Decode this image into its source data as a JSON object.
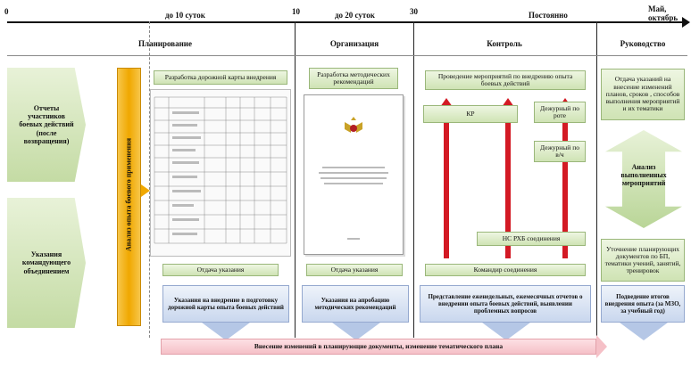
{
  "timeline": {
    "ticks": [
      "0",
      "10",
      "30"
    ],
    "periods": [
      "до 10 суток",
      "до 20 суток",
      "Постоянно",
      "Май, октябрь"
    ]
  },
  "phases": [
    "Планирование",
    "Организация",
    "Контроль",
    "Руководство"
  ],
  "left": {
    "box1": "Отчеты участников боевых действий (после возвращения)",
    "box2": "Указания командующего объединением"
  },
  "vertical_bar": "Анализ опыта боевого применения",
  "planning": {
    "top": "Разработка дорожной карты внедрения",
    "order": "Отдача указания",
    "bottom": "Указания на внедрение в подготовку дорожной карты опыта боевых действий"
  },
  "organization": {
    "top": "Разработка методических рекомендаций",
    "order": "Отдача указания",
    "bottom": "Указания на апробацию методических рекомендаций"
  },
  "control": {
    "top": "Проведение мероприятий по внедрению опыта боевых действий",
    "kr": "КР",
    "duty_company": "Дежурный по роте",
    "duty_unit": "Дежурный по в/ч",
    "ns_rkhb": "НС РХБ соединения",
    "commander": "Командир соединения",
    "bottom": "Представление еженедельных, ежемесячных отчетов о внедрении опыта боевых действий, выявлении проблемных вопросов"
  },
  "management": {
    "top": "Отдача указаний на внесение изменений планов, сроков , способов выполнения мероприятий и их тематики",
    "analysis": "Анализ выполненных мероприятий",
    "clarify": "Уточнение планирующих документов по БП, тематики учений, занятий, тренировок",
    "bottom": "Подведение итогов внедрения опыта (за МЗО, за учебный год)"
  },
  "footer": "Внесение изменений в планирующие документы, изменение тематического плана",
  "colors": {
    "red": "#d31a24",
    "orange": "#f2a900",
    "green": "#c4dba4",
    "blue": "#c9d7ee",
    "footer": "#f5c6cb"
  }
}
